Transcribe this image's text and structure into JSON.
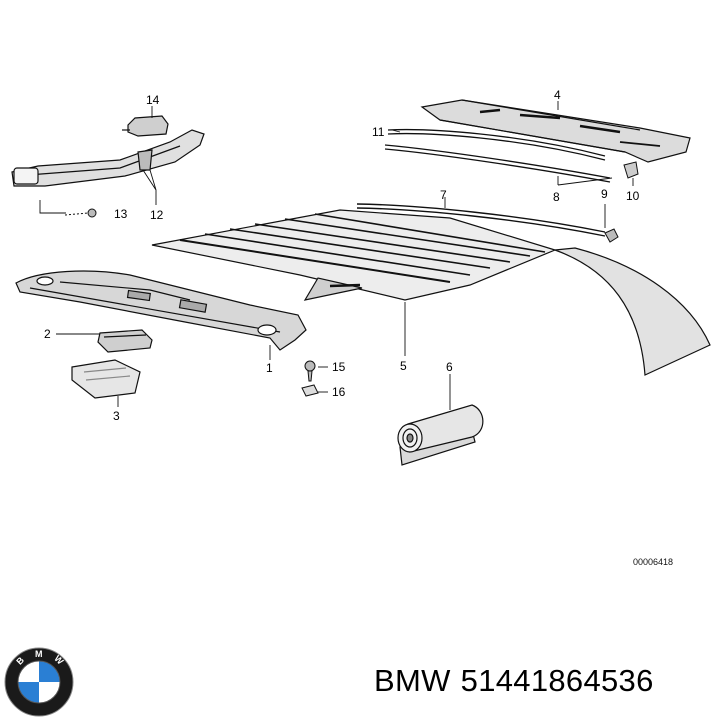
{
  "callouts": [
    {
      "id": "1",
      "label": "1"
    },
    {
      "id": "2",
      "label": "2"
    },
    {
      "id": "3",
      "label": "3"
    },
    {
      "id": "4",
      "label": "4"
    },
    {
      "id": "5",
      "label": "5"
    },
    {
      "id": "6",
      "label": "6"
    },
    {
      "id": "7",
      "label": "7"
    },
    {
      "id": "8",
      "label": "8"
    },
    {
      "id": "9",
      "label": "9"
    },
    {
      "id": "10",
      "label": "10"
    },
    {
      "id": "11",
      "label": "11"
    },
    {
      "id": "12",
      "label": "12"
    },
    {
      "id": "13",
      "label": "13"
    },
    {
      "id": "14",
      "label": "14"
    },
    {
      "id": "15",
      "label": "15"
    },
    {
      "id": "16",
      "label": "16"
    }
  ],
  "document_code": "00006418",
  "caption": {
    "brand": "BMW",
    "part_number": "51441864536"
  },
  "logo": {
    "text": "BMW",
    "colors": {
      "ring": "#111111",
      "blue": "#2a7fd4",
      "white": "#ffffff"
    }
  }
}
